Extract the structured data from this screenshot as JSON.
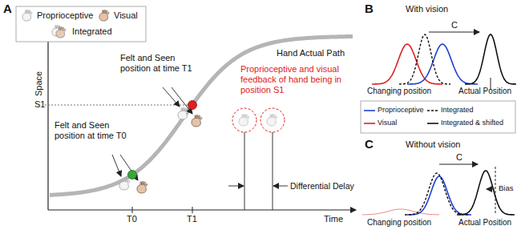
{
  "diagram": {
    "labels": [
      "A",
      "Space",
      "S1",
      "Hand Actual Path",
      "Felt and Seen position at time T1",
      "Proprioceptive and visual feedback of hand being in position S1",
      "Felt and Seen position at time T0",
      "Differential Delay",
      "T0",
      "T1",
      "Time",
      "B",
      "With vision",
      "C",
      "Changing position",
      "Actual Position",
      "C",
      "Without vision",
      "C",
      "Changing position",
      "Actual Position",
      "Bias"
    ],
    "legend": [
      {
        "text": "Proprioceptive"
      },
      {
        "text": "Visual"
      },
      {
        "text": "Integrated"
      },
      {
        "text": "Proprioceptive"
      },
      {
        "text": "Visual"
      },
      {
        "text": "Integrated"
      },
      {
        "text": "Integrated & shifted"
      }
    ]
  }
}
